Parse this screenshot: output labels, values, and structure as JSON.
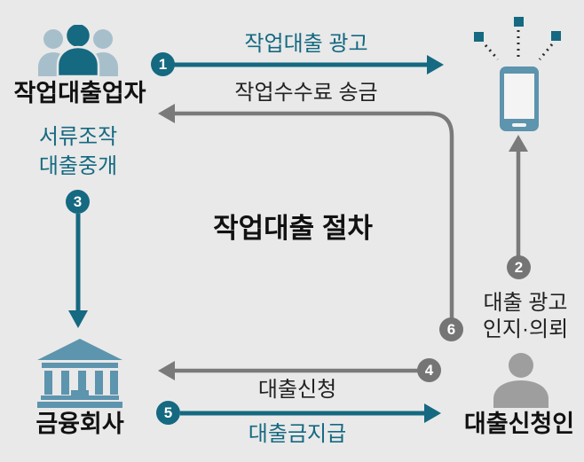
{
  "title": "작업대출 절차",
  "actors": {
    "lender": {
      "label": "작업대출업자"
    },
    "bank": {
      "label": "금융회사"
    },
    "applicant": {
      "label": "대출신청인"
    }
  },
  "steps": {
    "s1": {
      "num": "1",
      "label": "작업대출 광고"
    },
    "s2": {
      "num": "2",
      "label_line1": "대출 광고",
      "label_line2": "인지·의뢰"
    },
    "s3": {
      "num": "3",
      "label_line1": "서류조작",
      "label_line2": "대출중개"
    },
    "s4": {
      "num": "4",
      "label": "대출신청"
    },
    "s5": {
      "num": "5",
      "label": "대출금지급"
    },
    "s6": {
      "num": "6",
      "label": "작업수수료 송금"
    }
  },
  "icons": {
    "lender": "people-group-icon",
    "bank": "bank-icon",
    "advertising": "smartphone-broadcast-icon",
    "applicant": "person-icon"
  },
  "colors": {
    "teal": "#156981",
    "steel_blue": "#5d94ae",
    "arrow_gray": "#7a7a7a",
    "figure_light": "#a6bfcb",
    "person_gray": "#9e9e9e",
    "background": "#e9e9e9",
    "text_dark": "#222222"
  }
}
